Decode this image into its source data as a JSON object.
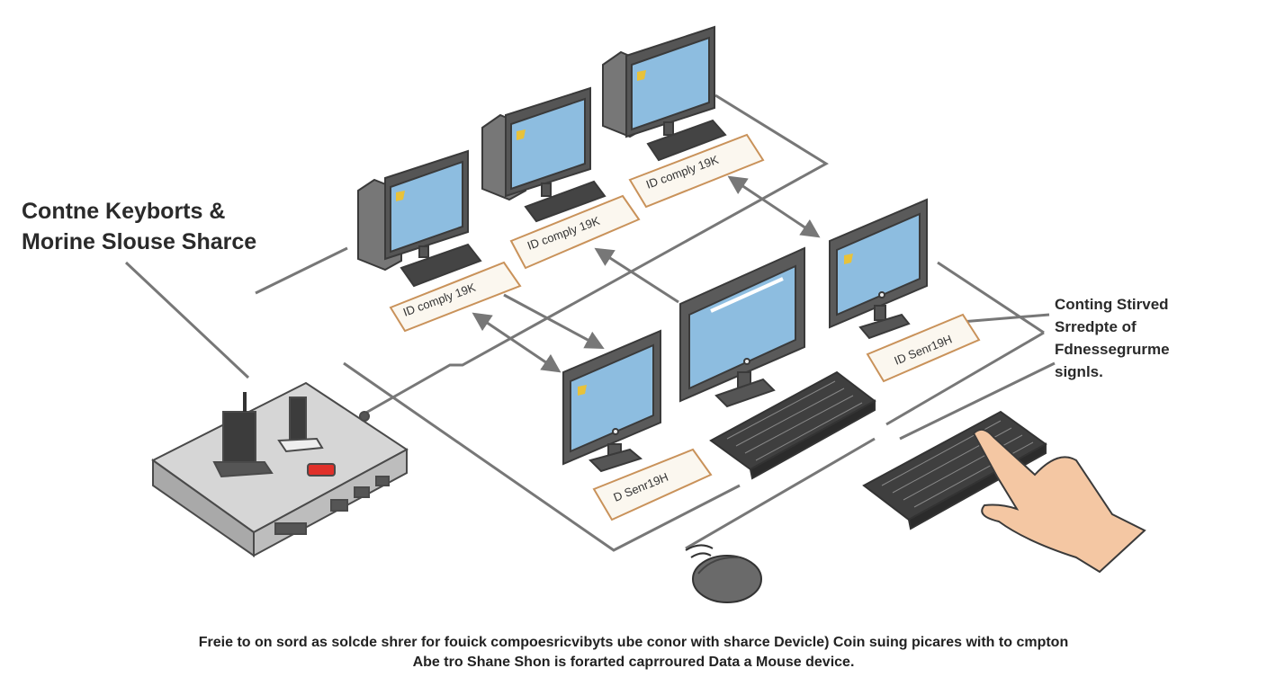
{
  "title": {
    "line1": "Contne Keyborts &",
    "line2": "Morine Slouse Sharce"
  },
  "side_note": {
    "line1": "Conting Stirved",
    "line2": "Srredpte of",
    "line3": "Fdnessegrurme",
    "line4": "signls."
  },
  "computers": [
    {
      "label": "ID comply 19K"
    },
    {
      "label": "ID comply 19K"
    },
    {
      "label": "ID comply 19K"
    },
    {
      "label": "D Senr19H"
    },
    {
      "label": "ID Senr19H"
    }
  ],
  "caption": {
    "line1": "Freie to on sord as solcde shrer for fouick compoesricvibyts ube conor with sharce Devicle) Coin suing picares with to cmpton",
    "line2": "Abe tro Shane Shon is forarted caprroured Data a Mouse device."
  },
  "colors": {
    "screen": "#8dbde0",
    "monitor_frame": "#5a5a5a",
    "tag_border": "#c9925a",
    "tag_fill": "#fbf7ef",
    "hub_body": "#c7c7c7",
    "hub_button": "#e0302a",
    "hand": "#f4c7a3",
    "line": "#777777"
  },
  "icons": [
    "kvm-switch-icon",
    "monitor-icon",
    "keyboard-icon",
    "mouse-icon",
    "hand-icon",
    "pc-tower-icon"
  ]
}
